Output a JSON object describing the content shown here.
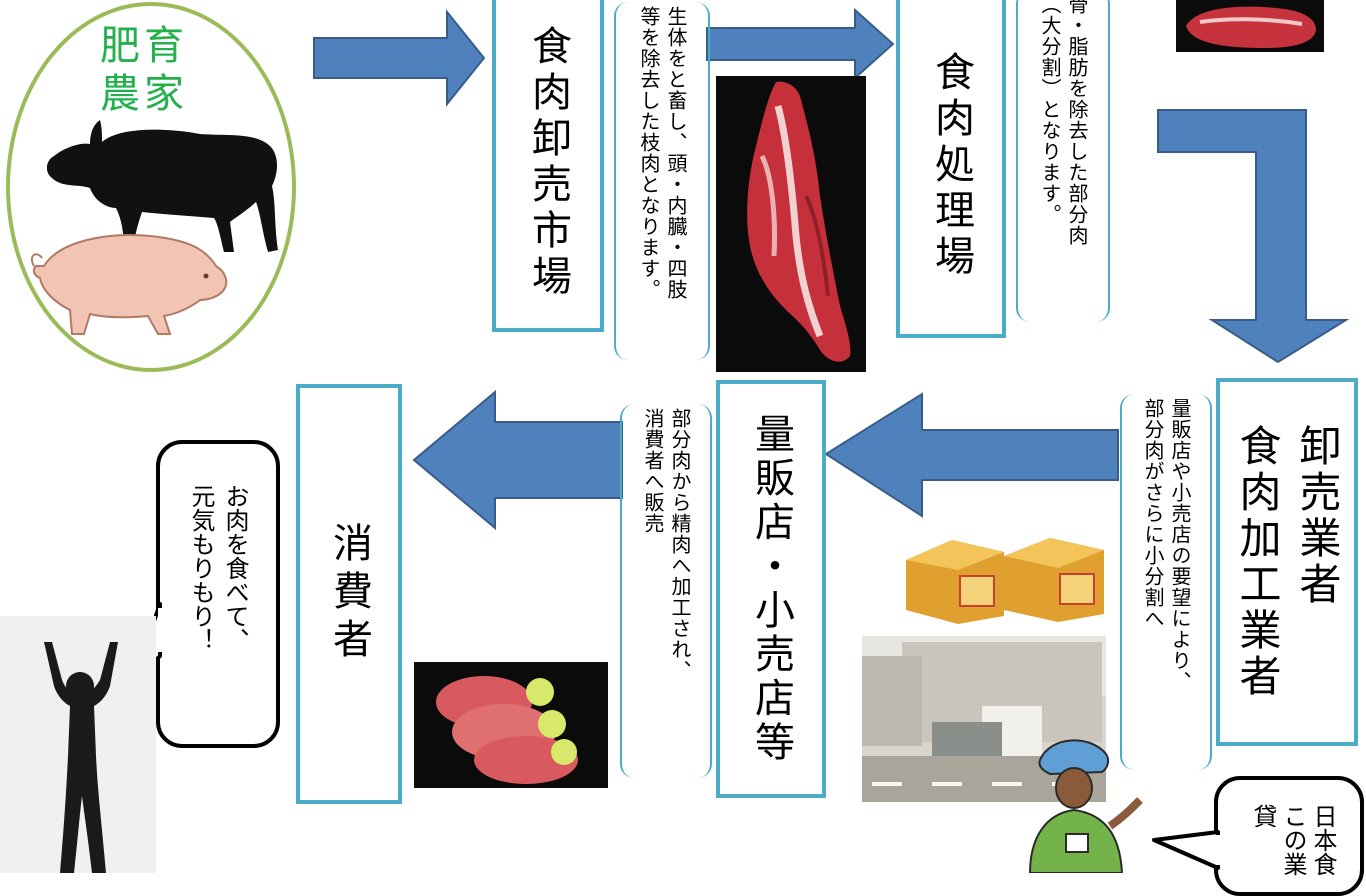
{
  "farm": {
    "title": "肥育農家"
  },
  "steps": {
    "market": "食肉卸売市場",
    "processing": "食肉処理場",
    "wholesaler_line1": "卸売業者",
    "wholesaler_line2": "食肉加工業者",
    "retail": "量販店・小売店等",
    "consumer": "消費者"
  },
  "notes": {
    "market_line1": "生体をと畜し、頭・内臓・四肢",
    "market_line2": "等を除去した枝肉となります。",
    "processing_line1": "骨・脂肪を除去した部分肉",
    "processing_line2": "（大分割）となります。",
    "wholesaler_line1": "量販店や小売店の要望により、",
    "wholesaler_line2": "部分肉がさらに小分割へ",
    "retail_line1": "部分肉から精肉へ加工され、",
    "retail_line2": "消費者へ販売"
  },
  "bubbles": {
    "consumer_line1": "お肉を食べて、",
    "consumer_line2": "元気もりもり！",
    "guide_line1": "日本食",
    "guide_line2": "この業",
    "guide_line3": "貸"
  },
  "colors": {
    "arrow": "#4f81bd",
    "box_border": "#4bacc6",
    "ellipse_border": "#9bbb59",
    "farm_text": "#22b14c"
  }
}
